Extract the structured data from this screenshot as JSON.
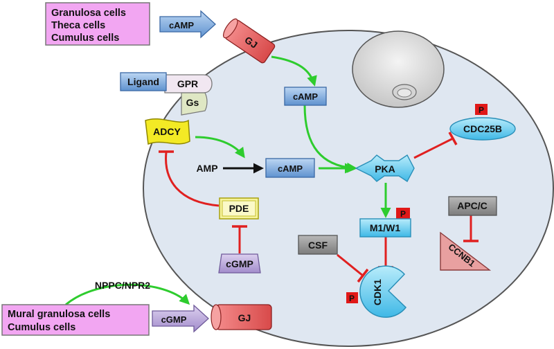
{
  "diagram": {
    "outer_cells": {
      "top_lines": [
        "Granulosa cells",
        "Theca cells",
        "Cumulus cells"
      ],
      "bottom_lines": [
        "Mural granulosa cells",
        "Cumulus cells"
      ]
    },
    "nodes": {
      "camp_outer": "cAMP",
      "gj_top": "GJ",
      "gj_bottom": "GJ",
      "ligand": "Ligand",
      "gpr": "GPR",
      "gs": "Gs",
      "adcy": "ADCY",
      "camp_mid": "cAMP",
      "amp": "AMP",
      "camp_center": "cAMP",
      "pka": "PKA",
      "cdc25b": "CDC25B",
      "p_cdc25b": "P",
      "m1w1": "M1/W1",
      "p_m1w1": "P",
      "apcc": "APC/C",
      "ccnb1": "CCNB1",
      "pde": "PDE",
      "cgmp_inner": "cGMP",
      "csf": "CSF",
      "cdk1": "CDK1",
      "p_cdk1": "P",
      "nppc": "NPPC/NPR2",
      "cgmp_outer": "cGMP"
    },
    "colors": {
      "pink_box": "#f2a6f2",
      "oocyte_fill": "#dfe7f1",
      "activation": "#2ecc2e",
      "inhibition": "#e02020",
      "blue_box": "#6e9fd6",
      "cyan": "#5ec8ee",
      "yellow": "#f3ea25",
      "red_tag": "#e01818"
    }
  }
}
